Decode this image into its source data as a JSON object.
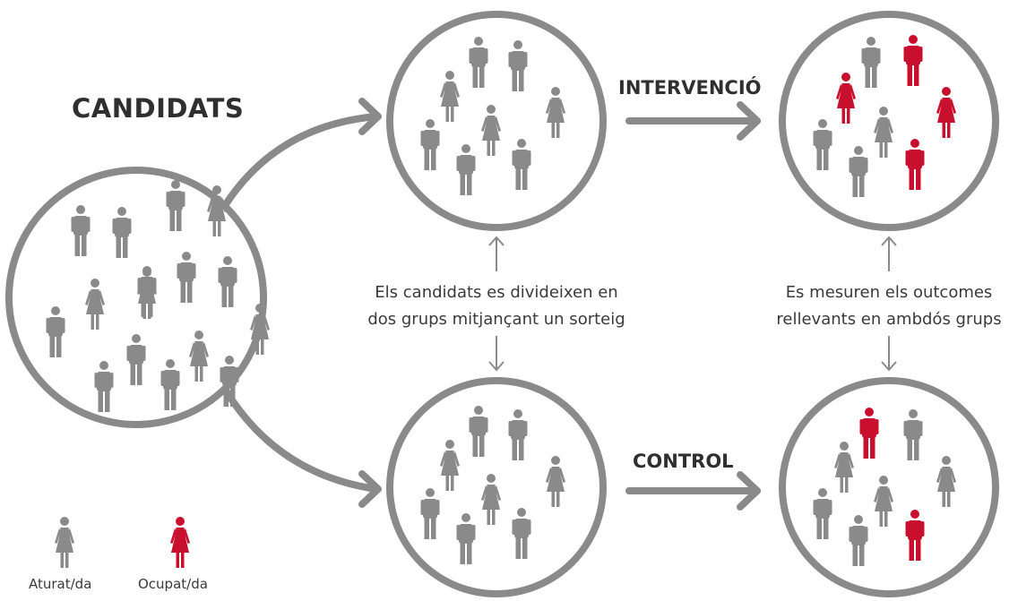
{
  "title": "CANDIDATS",
  "groups": {
    "intervention": "INTERVENCIÓ",
    "control": "CONTROL"
  },
  "notes": {
    "randomization": {
      "line1": "Els candidats es divideixen en",
      "line2": "dos grups mitjançant un sorteig"
    },
    "measurement": {
      "line1": "Es mesuren els outcomes",
      "line2": "rellevants en ambdós grups"
    }
  },
  "legend": {
    "unemployed": "Aturat/da",
    "employed": "Ocupat/da"
  },
  "colors": {
    "gray": "#8a8a8a",
    "red": "#c8102e",
    "ring": "#8a8a8a"
  }
}
